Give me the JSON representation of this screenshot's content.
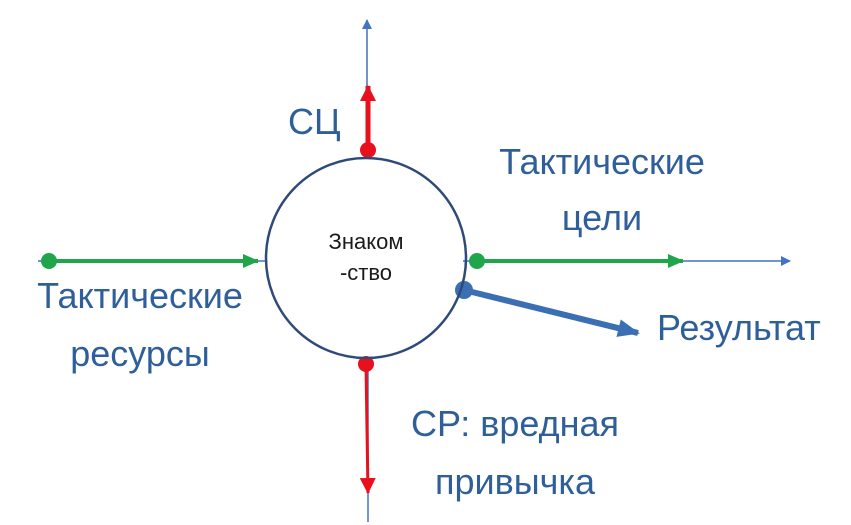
{
  "diagram": {
    "center_line1": "Знаком",
    "center_line2": "-ство",
    "top_label": "СЦ",
    "right_top_line1": "Тактические",
    "right_top_line2": "цели",
    "left_line1": "Тактические",
    "left_line2": "ресурсы",
    "result_label": "Результат",
    "bottom_line1": "СР: вредная",
    "bottom_line2": "привычка"
  },
  "colors": {
    "circle_stroke": "#2e4a7a",
    "thin_line": "#4472c4",
    "green": "#1fa64a",
    "red": "#e8101d",
    "blue_thick": "#3a6fb3",
    "text": "#2f5f9a"
  }
}
